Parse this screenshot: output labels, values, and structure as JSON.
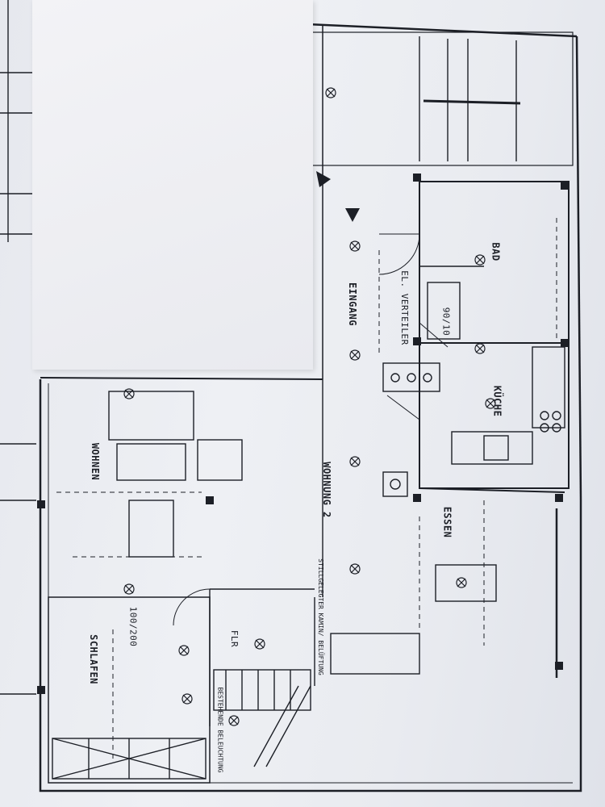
{
  "labels": {
    "bad": "BAD",
    "kueche": "KÜCHE",
    "essen": "ESSEN",
    "wohnen": "WOHNEN",
    "schlafen": "SCHLAFEN",
    "eingang": "EINGANG",
    "wohnung": "WOHNUNG 2",
    "verteiler": "EL. VERTEILER",
    "kamin": "STILLGELEGTER KAMIN/ BELÜFTUNG",
    "flur": "FLR",
    "door_bath": "90/10",
    "door_bed": "100/200",
    "balkon": "BESTEHENDE BELEUCHTUNG"
  },
  "colors": {
    "ink": "#1c1f26",
    "paper": "#eceef2"
  }
}
